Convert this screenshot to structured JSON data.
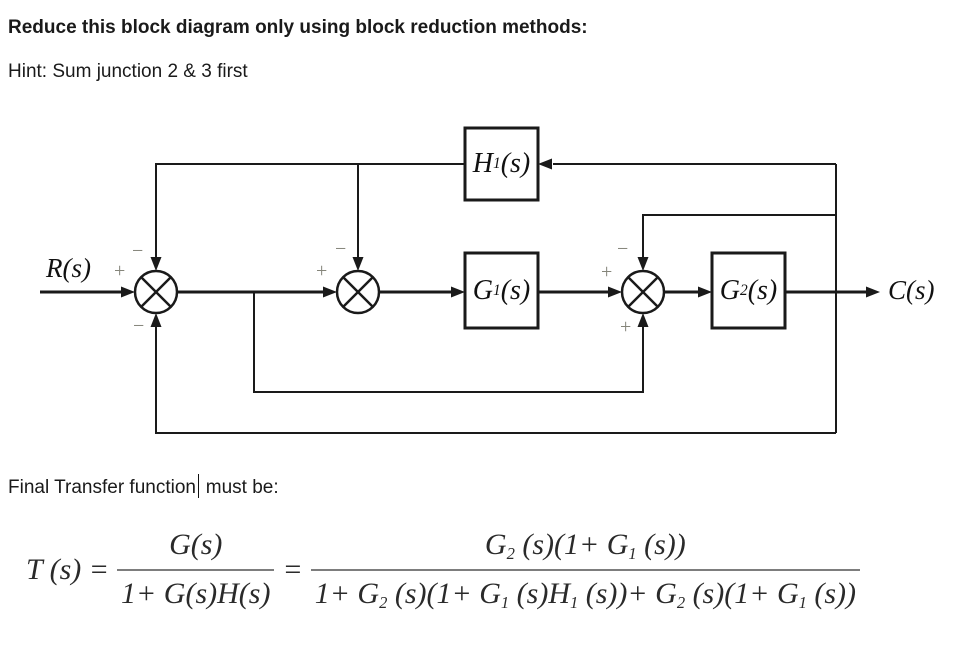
{
  "page": {
    "heading": "Reduce this block diagram only using block reduction methods:",
    "hint": "Hint: Sum junction 2 & 3 first",
    "final_label_before": "Final Transfer function",
    "final_label_after": "must be:"
  },
  "diagram": {
    "input_label": "R(s)",
    "output_label": "C(s)",
    "blocks": {
      "h1": {
        "base": "H",
        "sub": "1",
        "arg": "(s)"
      },
      "g1": {
        "base": "G",
        "sub": "1",
        "arg": "(s)"
      },
      "g2": {
        "base": "G",
        "sub": "2",
        "arg": "(s)"
      }
    },
    "signs": {
      "j1_left": "+",
      "j1_top": "−",
      "j1_bottom": "−",
      "j2_left": "+",
      "j2_top": "−",
      "j3_left": "+",
      "j3_top": "−",
      "j3_bottom": "+"
    }
  },
  "formula": {
    "lhs": "T (s) =",
    "equals": "=",
    "frac1": {
      "num": [
        {
          "t": "G(s)"
        }
      ],
      "den": [
        {
          "t": "1+ G(s)H(s)"
        }
      ]
    },
    "frac2": {
      "num": [
        {
          "t": "G"
        },
        {
          "sub": "2"
        },
        {
          "t": " (s)(1+ G"
        },
        {
          "sub": "1"
        },
        {
          "t": " (s))"
        }
      ],
      "den": [
        {
          "t": "1+ G"
        },
        {
          "sub": "2"
        },
        {
          "t": " (s)(1+ G"
        },
        {
          "sub": "1"
        },
        {
          "t": " (s)H"
        },
        {
          "sub": "1"
        },
        {
          "t": " (s))+ G"
        },
        {
          "sub": "2"
        },
        {
          "t": " (s)(1+ G"
        },
        {
          "sub": "1"
        },
        {
          "t": " (s))"
        }
      ]
    }
  },
  "colors": {
    "line": "#1a1a1a",
    "sign": "#85857a",
    "fraction_bar": "#7d7d7d",
    "background": "#ffffff"
  }
}
